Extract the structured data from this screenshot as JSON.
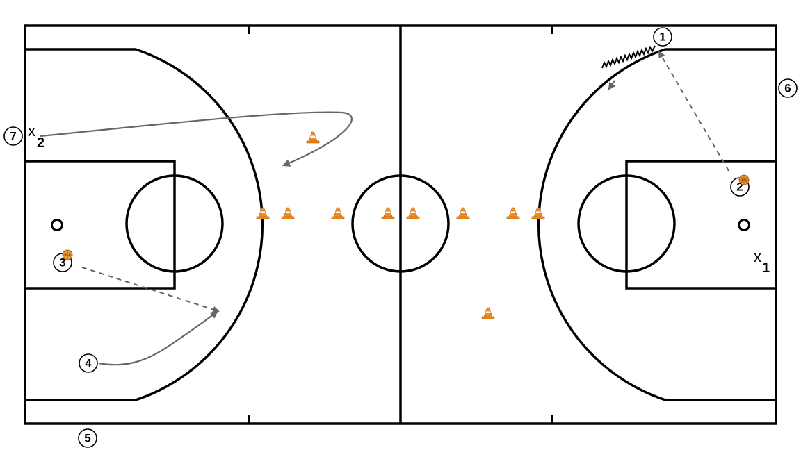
{
  "colors": {
    "court_lines": "#000000",
    "arrow": "#666666",
    "cone_orange": "#f08c1e",
    "cone_stripe": "#ffffff",
    "ball": "#f0a040"
  },
  "players": [
    {
      "id": "p1",
      "label": "1",
      "ball": false
    },
    {
      "id": "p2",
      "label": "2",
      "ball": true
    },
    {
      "id": "p3",
      "label": "3",
      "ball": true
    },
    {
      "id": "p4",
      "label": "4",
      "ball": false
    },
    {
      "id": "p5",
      "label": "5",
      "ball": false
    },
    {
      "id": "p6",
      "label": "6",
      "ball": false
    },
    {
      "id": "p7",
      "label": "7",
      "ball": false
    }
  ],
  "defenders": [
    {
      "id": "d1",
      "symbol": "x",
      "sub": "1"
    },
    {
      "id": "d2",
      "symbol": "x",
      "sub": "2"
    }
  ],
  "cones": [
    "cone-1",
    "cone-2",
    "cone-3",
    "cone-4",
    "cone-5",
    "cone-6",
    "cone-7",
    "cone-8",
    "cone-9",
    "cone-10"
  ],
  "movements": [
    {
      "id": "pass-2-to-1",
      "type": "pass"
    },
    {
      "id": "dribble-1",
      "type": "dribble"
    },
    {
      "id": "cut-7",
      "type": "cut"
    },
    {
      "id": "pass-3-to-4",
      "type": "pass"
    },
    {
      "id": "cut-4",
      "type": "cut"
    }
  ]
}
